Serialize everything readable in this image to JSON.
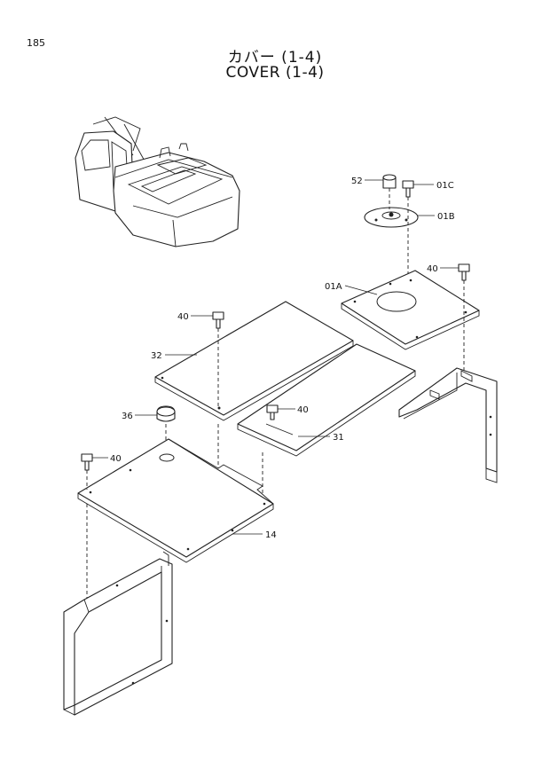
{
  "page_number": "185",
  "title_jp": "カバー (1-4)",
  "title_en": "COVER (1-4)",
  "callouts": {
    "c52": "52",
    "c01c": "01C",
    "c01b": "01B",
    "c40a": "40",
    "c01a": "01A",
    "c40b": "40",
    "c32": "32",
    "c36": "36",
    "c40c": "40",
    "c31": "31",
    "c40d": "40",
    "c14": "14"
  }
}
